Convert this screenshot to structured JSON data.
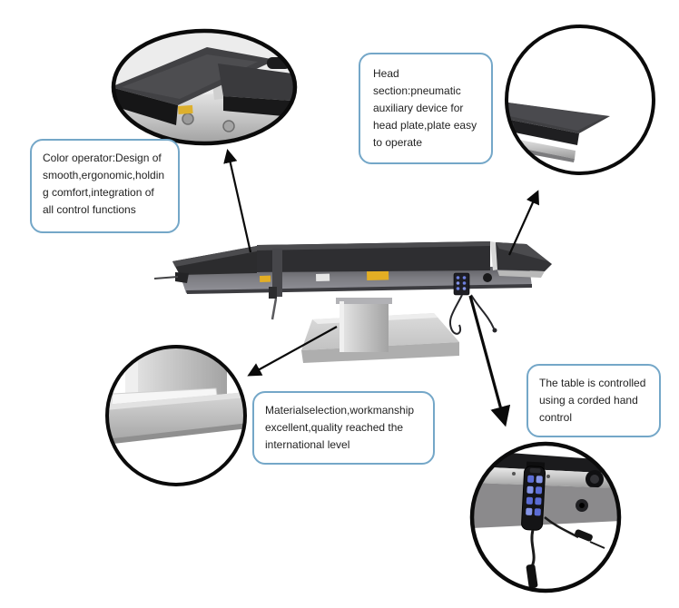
{
  "callouts": {
    "color_operator": {
      "text": "Color operator:Design of smooth,ergonomic,holding comfort,integration of all control functions"
    },
    "head_section": {
      "text": "Head section:pneumatic auxiliary device for head plate,plate easy to operate"
    },
    "material": {
      "text": "Materialselection,workmanship excellent,quality reached the international level"
    },
    "hand_control": {
      "text": "The table is controlled using a corded hand control"
    }
  },
  "colors": {
    "callout_border": "#74a7c8",
    "annotation_ink": "#0a0a0a",
    "mattress_dark": "#303033",
    "steel_light": "#c9c9c9",
    "control_button_blue": "#6d7fe0",
    "warning_label_yellow": "#e3ae24"
  }
}
